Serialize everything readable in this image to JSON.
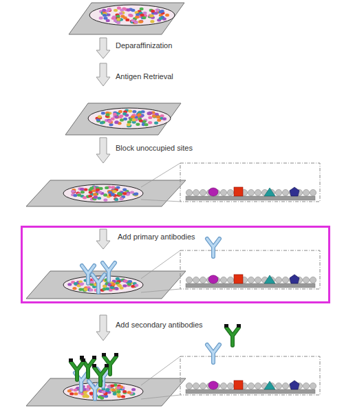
{
  "diagram": {
    "nodes": [
      {
        "text": [
          "Add primary antibodies"
        ]
      }
    ],
    "labels": [
      "Deparaffinization",
      "Antigen Retrieval",
      "Block unoccupied sites",
      "Add secondary antibodies"
    ]
  }
}
